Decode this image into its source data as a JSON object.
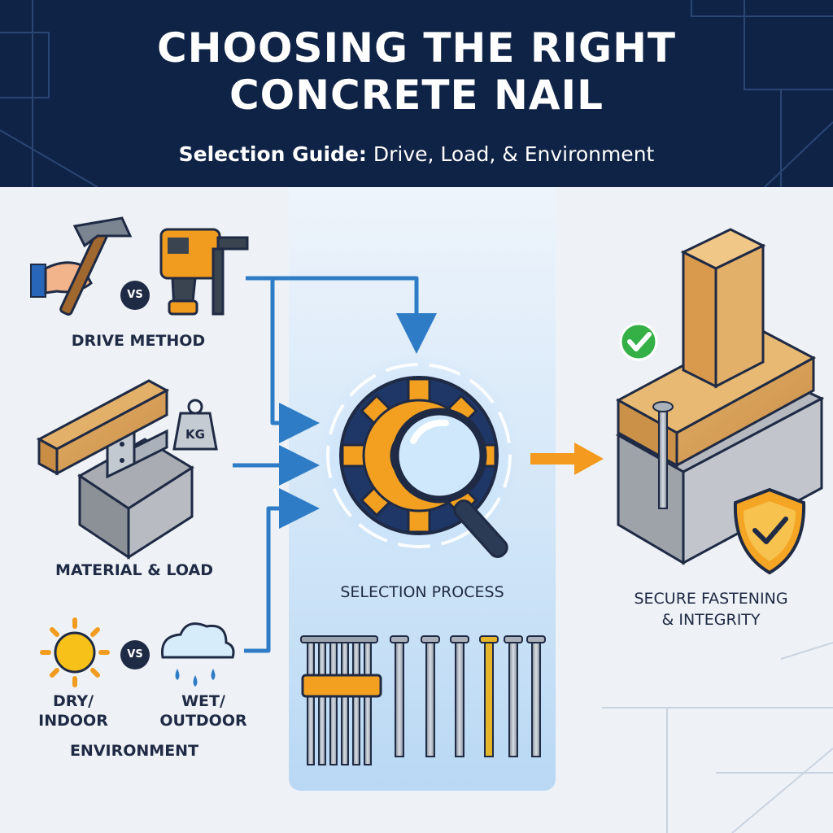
{
  "header": {
    "title_line1": "CHOOSING THE RIGHT",
    "title_line2": "CONCRETE NAIL",
    "subtitle_bold": "Selection Guide:",
    "subtitle_rest": " Drive, Load, & Environment"
  },
  "drive": {
    "vs": "VS",
    "label": "DRIVE METHOD",
    "icons": [
      "hammer-icon",
      "nail-gun-icon"
    ]
  },
  "material": {
    "weight_label": "KG",
    "label": "MATERIAL & LOAD",
    "icons": [
      "wood-beam-icon",
      "bracket-icon",
      "concrete-block-icon",
      "weight-icon"
    ]
  },
  "environment": {
    "vs": "VS",
    "dry_line1": "DRY/",
    "dry_line2": "INDOOR",
    "wet_line1": "WET/",
    "wet_line2": "OUTDOOR",
    "label": "ENVIRONMENT",
    "icons": [
      "sun-icon",
      "rain-cloud-icon"
    ]
  },
  "process": {
    "label": "SELECTION PROCESS",
    "icons": [
      "gear-icon",
      "magnifier-icon",
      "nail-strip-icon",
      "nails-icon"
    ]
  },
  "result": {
    "line1": "SECURE FASTENING",
    "line2": "& INTEGRITY",
    "icons": [
      "check-icon",
      "shield-check-icon",
      "nailed-wood-on-concrete-icon"
    ]
  },
  "colors": {
    "header_bg": "#0f2346",
    "arrow_blue": "#2e7cc6",
    "arrow_orange": "#f39a1f",
    "accent_orange": "#f5a524",
    "check_green": "#34b047"
  }
}
